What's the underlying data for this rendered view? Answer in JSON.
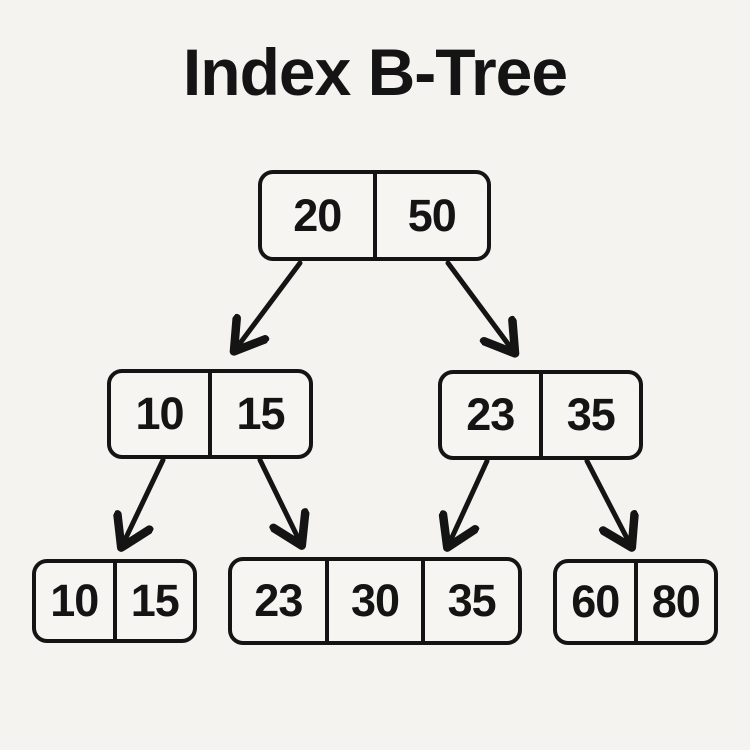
{
  "title": "Index B-Tree",
  "colors": {
    "background": "#f4f3f0",
    "line": "#141414",
    "node_fill": "#f6f5f2",
    "text": "#141414"
  },
  "tree": {
    "nodes": [
      {
        "id": "root",
        "level": 0,
        "keys": [
          "20",
          "50"
        ]
      },
      {
        "id": "internal-left",
        "level": 1,
        "keys": [
          "10",
          "15"
        ]
      },
      {
        "id": "internal-right",
        "level": 1,
        "keys": [
          "23",
          "35"
        ]
      },
      {
        "id": "leaf-left",
        "level": 2,
        "keys": [
          "10",
          "15"
        ]
      },
      {
        "id": "leaf-middle",
        "level": 2,
        "keys": [
          "23",
          "30",
          "35"
        ]
      },
      {
        "id": "leaf-right",
        "level": 2,
        "keys": [
          "60",
          "80"
        ]
      }
    ],
    "edges": [
      {
        "from": "root",
        "to": "internal-left"
      },
      {
        "from": "root",
        "to": "internal-right"
      },
      {
        "from": "internal-left",
        "to": "leaf-left"
      },
      {
        "from": "internal-left",
        "to": "leaf-middle"
      },
      {
        "from": "internal-right",
        "to": "leaf-middle"
      },
      {
        "from": "internal-right",
        "to": "leaf-right"
      }
    ]
  }
}
